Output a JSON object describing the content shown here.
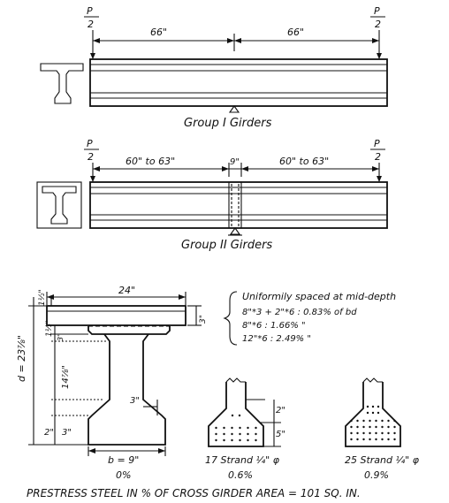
{
  "group1": {
    "load_left": "P",
    "load_left_den": "2",
    "load_right": "P",
    "load_right_den": "2",
    "span_left": "66\"",
    "span_right": "66\"",
    "caption": "Group I  Girders"
  },
  "group2": {
    "load_left": "P",
    "load_left_den": "2",
    "load_right": "P",
    "load_right_den": "2",
    "span_left": "60\" to 63\"",
    "gap": "9\"",
    "span_right": "60\" to 63\"",
    "caption": "Group II  Girders"
  },
  "section": {
    "flange_width": "24\"",
    "top_dim": "1½\"",
    "flange_depth": "3\"",
    "depth_total": "d = 23⅞\"",
    "fillet_top": "1½\"",
    "fillet_top2": "3\"",
    "web_height": "14⅞\"",
    "bottom_a": "2\"",
    "bottom_b": "3\"",
    "bulb_dim": "3\"",
    "web_width": "b = 9\"",
    "pct_label": "0%"
  },
  "reinforcement": {
    "header": "Uniformily spaced at mid-depth",
    "lines": [
      "8\"*3 + 2\"*6  : 0.83% of bd",
      "8\"*6           : 1.66%     \"",
      "12\"*6          : 2.49%     \""
    ]
  },
  "strands": {
    "a_dim_top": "2\"",
    "a_dim_bot": "5\"",
    "a_label": "17 Strand ¼\" φ",
    "a_pct": "0.6%",
    "b_label": "25 Strand ¼\" φ",
    "b_pct": "0.9%"
  },
  "footer": "PRESTRESS STEEL IN % OF CROSS GIRDER AREA = 101 SQ. IN."
}
